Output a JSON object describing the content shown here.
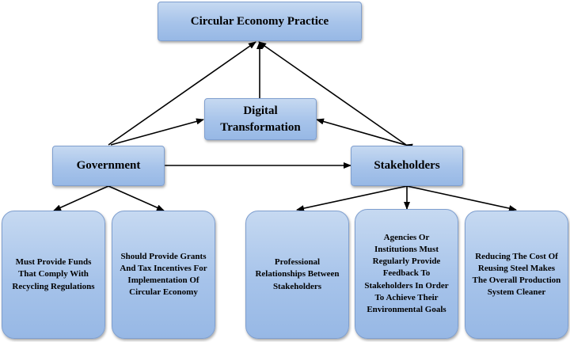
{
  "diagram": {
    "top": "Circular Economy Practice",
    "middle": "Digital Transformation",
    "left": "Government",
    "right": "Stakeholders",
    "government_branches": [
      "Must Provide Funds That Comply With Recycling Regulations",
      "Should Provide Grants And Tax Incentives For Implementation Of Circular Economy"
    ],
    "stakeholder_branches": [
      "Professional Relationships Between Stakeholders",
      "Agencies Or Institutions Must Regularly Provide Feedback To Stakeholders In Order To Achieve Their Environmental Goals",
      "Reducing The Cost Of Reusing Steel Makes The Overall Production System Cleaner"
    ],
    "colors": {
      "box_fill_top": "#c6d9f1",
      "box_fill_bottom": "#97b8e5",
      "box_border": "#7f9fcf",
      "arrow": "#000000"
    }
  }
}
